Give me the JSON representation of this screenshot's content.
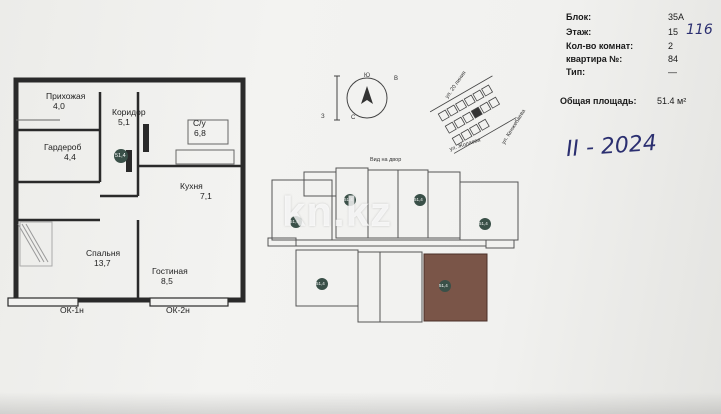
{
  "plan": {
    "rooms": [
      {
        "name": "Прихожая",
        "area": "4,0"
      },
      {
        "name": "Коридор",
        "area": "5,1"
      },
      {
        "name": "С/у",
        "area": "6,8"
      },
      {
        "name": "Гардероб",
        "area": "4,4"
      },
      {
        "name": "Кухня",
        "area": "7,1"
      },
      {
        "name": "Спальня",
        "area": "13,7"
      },
      {
        "name": "Гостиная",
        "area": "8,5"
      }
    ],
    "windows": [
      "ОК-1н",
      "ОК-2н"
    ],
    "badge": "51,4"
  },
  "compass": {
    "letters": [
      "Ю",
      "В",
      "З",
      "С"
    ]
  },
  "site": {
    "streets": [
      "ул. 20 линия",
      "ул. Жолаева",
      "ул. Кенжебаева"
    ]
  },
  "floor": {
    "caption": "Вид на двор",
    "badges": [
      "51,4",
      "51,4",
      "51,4",
      "51,4",
      "51,4",
      "51,4"
    ]
  },
  "info": {
    "rows": [
      {
        "key": "Блок:",
        "value": "35А"
      },
      {
        "key": "Этаж:",
        "value": "15"
      },
      {
        "key": "Кол-во комнат:",
        "value": "2"
      },
      {
        "key": "квартира №:",
        "value": "84"
      },
      {
        "key": "Тип:",
        "value": "—"
      }
    ],
    "total_key": "Общая площадь:",
    "total_value": "51.4 м²"
  },
  "handwriting": {
    "floor_note": "116",
    "date": "II - 2024"
  },
  "watermark": "kn.kz",
  "colors": {
    "accent_unit": "#7a5548",
    "badge": "#3a5048"
  }
}
